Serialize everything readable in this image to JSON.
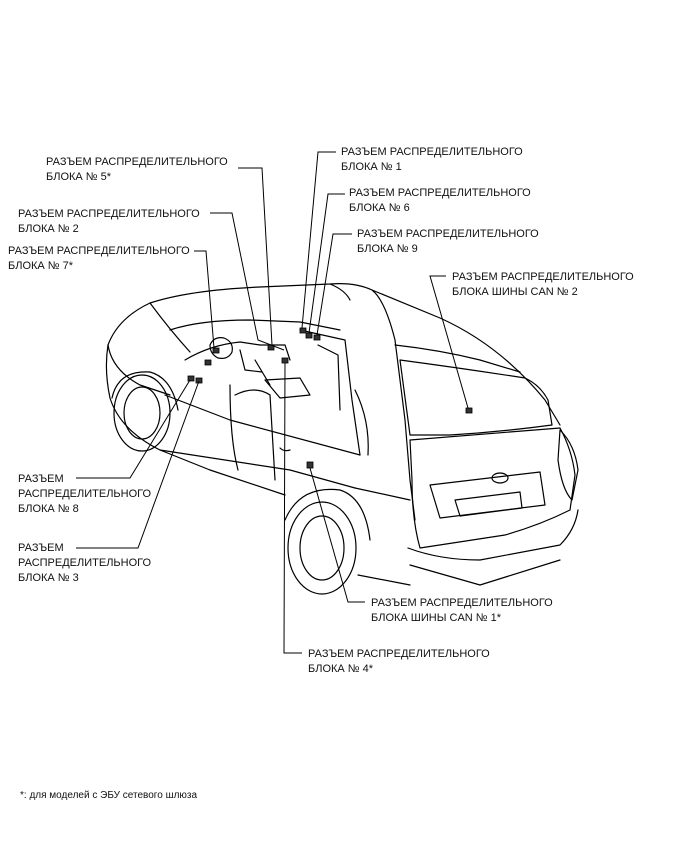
{
  "labels": {
    "block5": [
      "РАЗЪЕМ РАСПРЕДЕЛИТЕЛЬНОГО",
      "БЛОКА № 5*"
    ],
    "block2": [
      "РАЗЪЕМ РАСПРЕДЕЛИТЕЛЬНОГО",
      "БЛОКА № 2"
    ],
    "block7": [
      "РАЗЪЕМ РАСПРЕДЕЛИТЕЛЬНОГО",
      "БЛОКА № 7*"
    ],
    "block1": [
      "РАЗЪЕМ РАСПРЕДЕЛИТЕЛЬНОГО",
      "БЛОКА № 1"
    ],
    "block6": [
      "РАЗЪЕМ РАСПРЕДЕЛИТЕЛЬНОГО",
      "БЛОКА № 6"
    ],
    "block9": [
      "РАЗЪЕМ РАСПРЕДЕЛИТЕЛЬНОГО",
      "БЛОКА № 9"
    ],
    "can2": [
      "РАЗЪЕМ РАСПРЕДЕЛИТЕЛЬНОГО",
      "БЛОКА ШИНЫ CAN № 2"
    ],
    "block8": [
      "РАЗЪЕМ",
      "РАСПРЕДЕЛИТЕЛЬНОГО",
      "БЛОКА № 8"
    ],
    "block3": [
      "РАЗЪЕМ",
      "РАСПРЕДЕЛИТЕЛЬНОГО",
      "БЛОКА № 3"
    ],
    "can1": [
      "РАЗЪЕМ РАСПРЕДЕЛИТЕЛЬНОГО",
      "БЛОКА ШИНЫ CAN № 1*"
    ],
    "block4": [
      "РАЗЪЕМ РАСПРЕДЕЛИТЕЛЬНОГО",
      "БЛОКА № 4*"
    ]
  },
  "footnote": "*: для моделей с ЭБУ сетевого шлюза"
}
